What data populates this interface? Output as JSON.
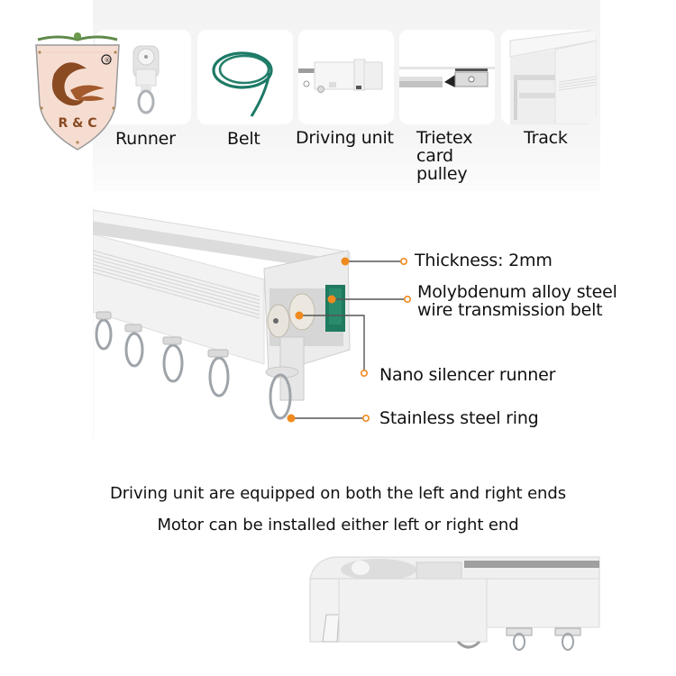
{
  "brand": {
    "logo_text": "R & C",
    "logo_mark": "®"
  },
  "components": [
    {
      "label": "Runner",
      "icon": "runner-icon"
    },
    {
      "label": "Belt",
      "icon": "belt-icon"
    },
    {
      "label": "Driving unit",
      "icon": "driving-unit-icon"
    },
    {
      "label": "Trietex\ncard\npulley",
      "lines": [
        "Trietex",
        "card",
        "pulley"
      ],
      "icon": "card-pulley-icon"
    },
    {
      "label": "Track",
      "icon": "track-icon"
    }
  ],
  "callouts": [
    {
      "lines": [
        "Thickness: 2mm"
      ]
    },
    {
      "lines": [
        "Molybdenum alloy steel",
        "wire transmission belt"
      ]
    },
    {
      "lines": [
        "Nano silencer runner"
      ]
    },
    {
      "lines": [
        "Stainless steel ring"
      ]
    }
  ],
  "captions": [
    "Driving unit are equipped on both the left and right ends",
    "Motor can be installed either left or right end"
  ],
  "colors": {
    "accent_orange": "#f08a1e",
    "belt_green": "#1d7a66",
    "callout_line": "#555555",
    "logo_wood": "#8a4a22",
    "logo_shield": "#f6ddd2"
  }
}
